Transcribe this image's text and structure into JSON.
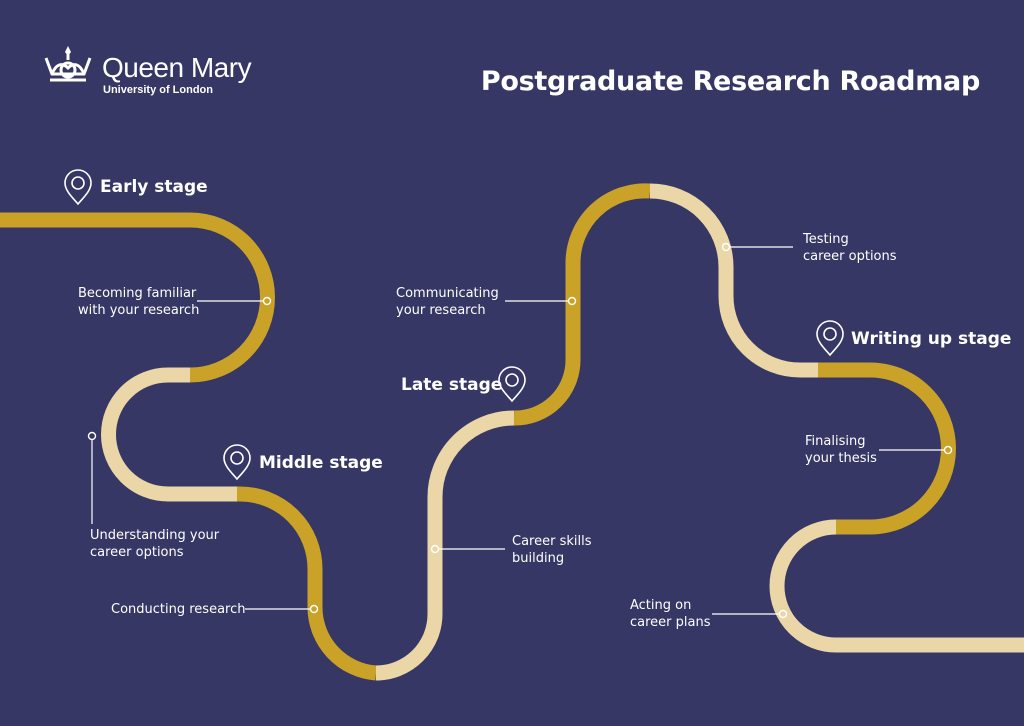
{
  "logo": {
    "name": "Queen Mary",
    "subtitle": "University of London"
  },
  "title": "Postgraduate Research Roadmap",
  "colors": {
    "background": "#363764",
    "gold": "#c9a227",
    "cream": "#ead6a6",
    "text": "#ffffff"
  },
  "stages": [
    {
      "label": "Early stage"
    },
    {
      "label": "Middle stage"
    },
    {
      "label": "Late stage"
    },
    {
      "label": "Writing up stage"
    }
  ],
  "steps": [
    {
      "label": "Becoming familiar\nwith your research"
    },
    {
      "label": "Understanding your\ncareer options"
    },
    {
      "label": "Conducting research"
    },
    {
      "label": "Career skills\nbuilding"
    },
    {
      "label": "Communicating\nyour research"
    },
    {
      "label": "Testing\ncareer options"
    },
    {
      "label": "Finalising\nyour thesis"
    },
    {
      "label": "Acting on\ncareer plans"
    }
  ]
}
